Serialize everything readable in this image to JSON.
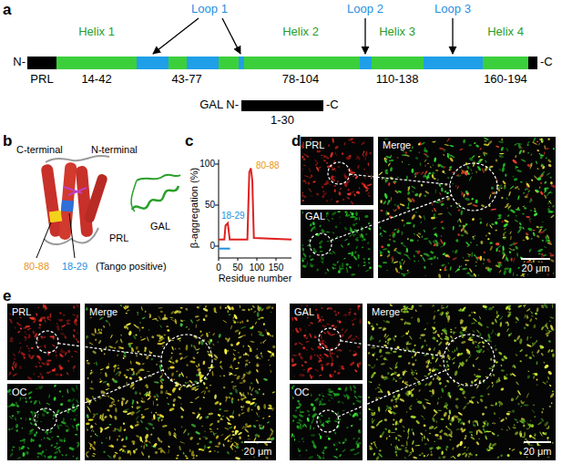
{
  "diagram": {
    "labels": [
      "a",
      "N-",
      "Helix 1",
      "Loop 1",
      "Helix 2",
      "Loop 2",
      "Helix 3",
      "Loop 3",
      "Helix 4",
      "-C",
      "PRL",
      "14-42",
      "43-77",
      "78-104",
      "110-138",
      "160-194",
      "GAL N-",
      "-C",
      "1-30",
      "b",
      "C-terminal",
      "N-terminal",
      "PRL",
      "GAL",
      "80-88",
      "18-29",
      "(Tango positive)",
      "c",
      "β-aggregation (%)",
      "100",
      "50",
      "0",
      "0",
      "50",
      "100",
      "150",
      "Residue number",
      "18-29",
      "80-88",
      "d",
      "PRL",
      "GAL",
      "Merge",
      "20 μm",
      "e",
      "PRL",
      "OC",
      "Merge",
      "20 μm",
      "GAL",
      "OC",
      "Merge",
      "20 μm"
    ]
  }
}
